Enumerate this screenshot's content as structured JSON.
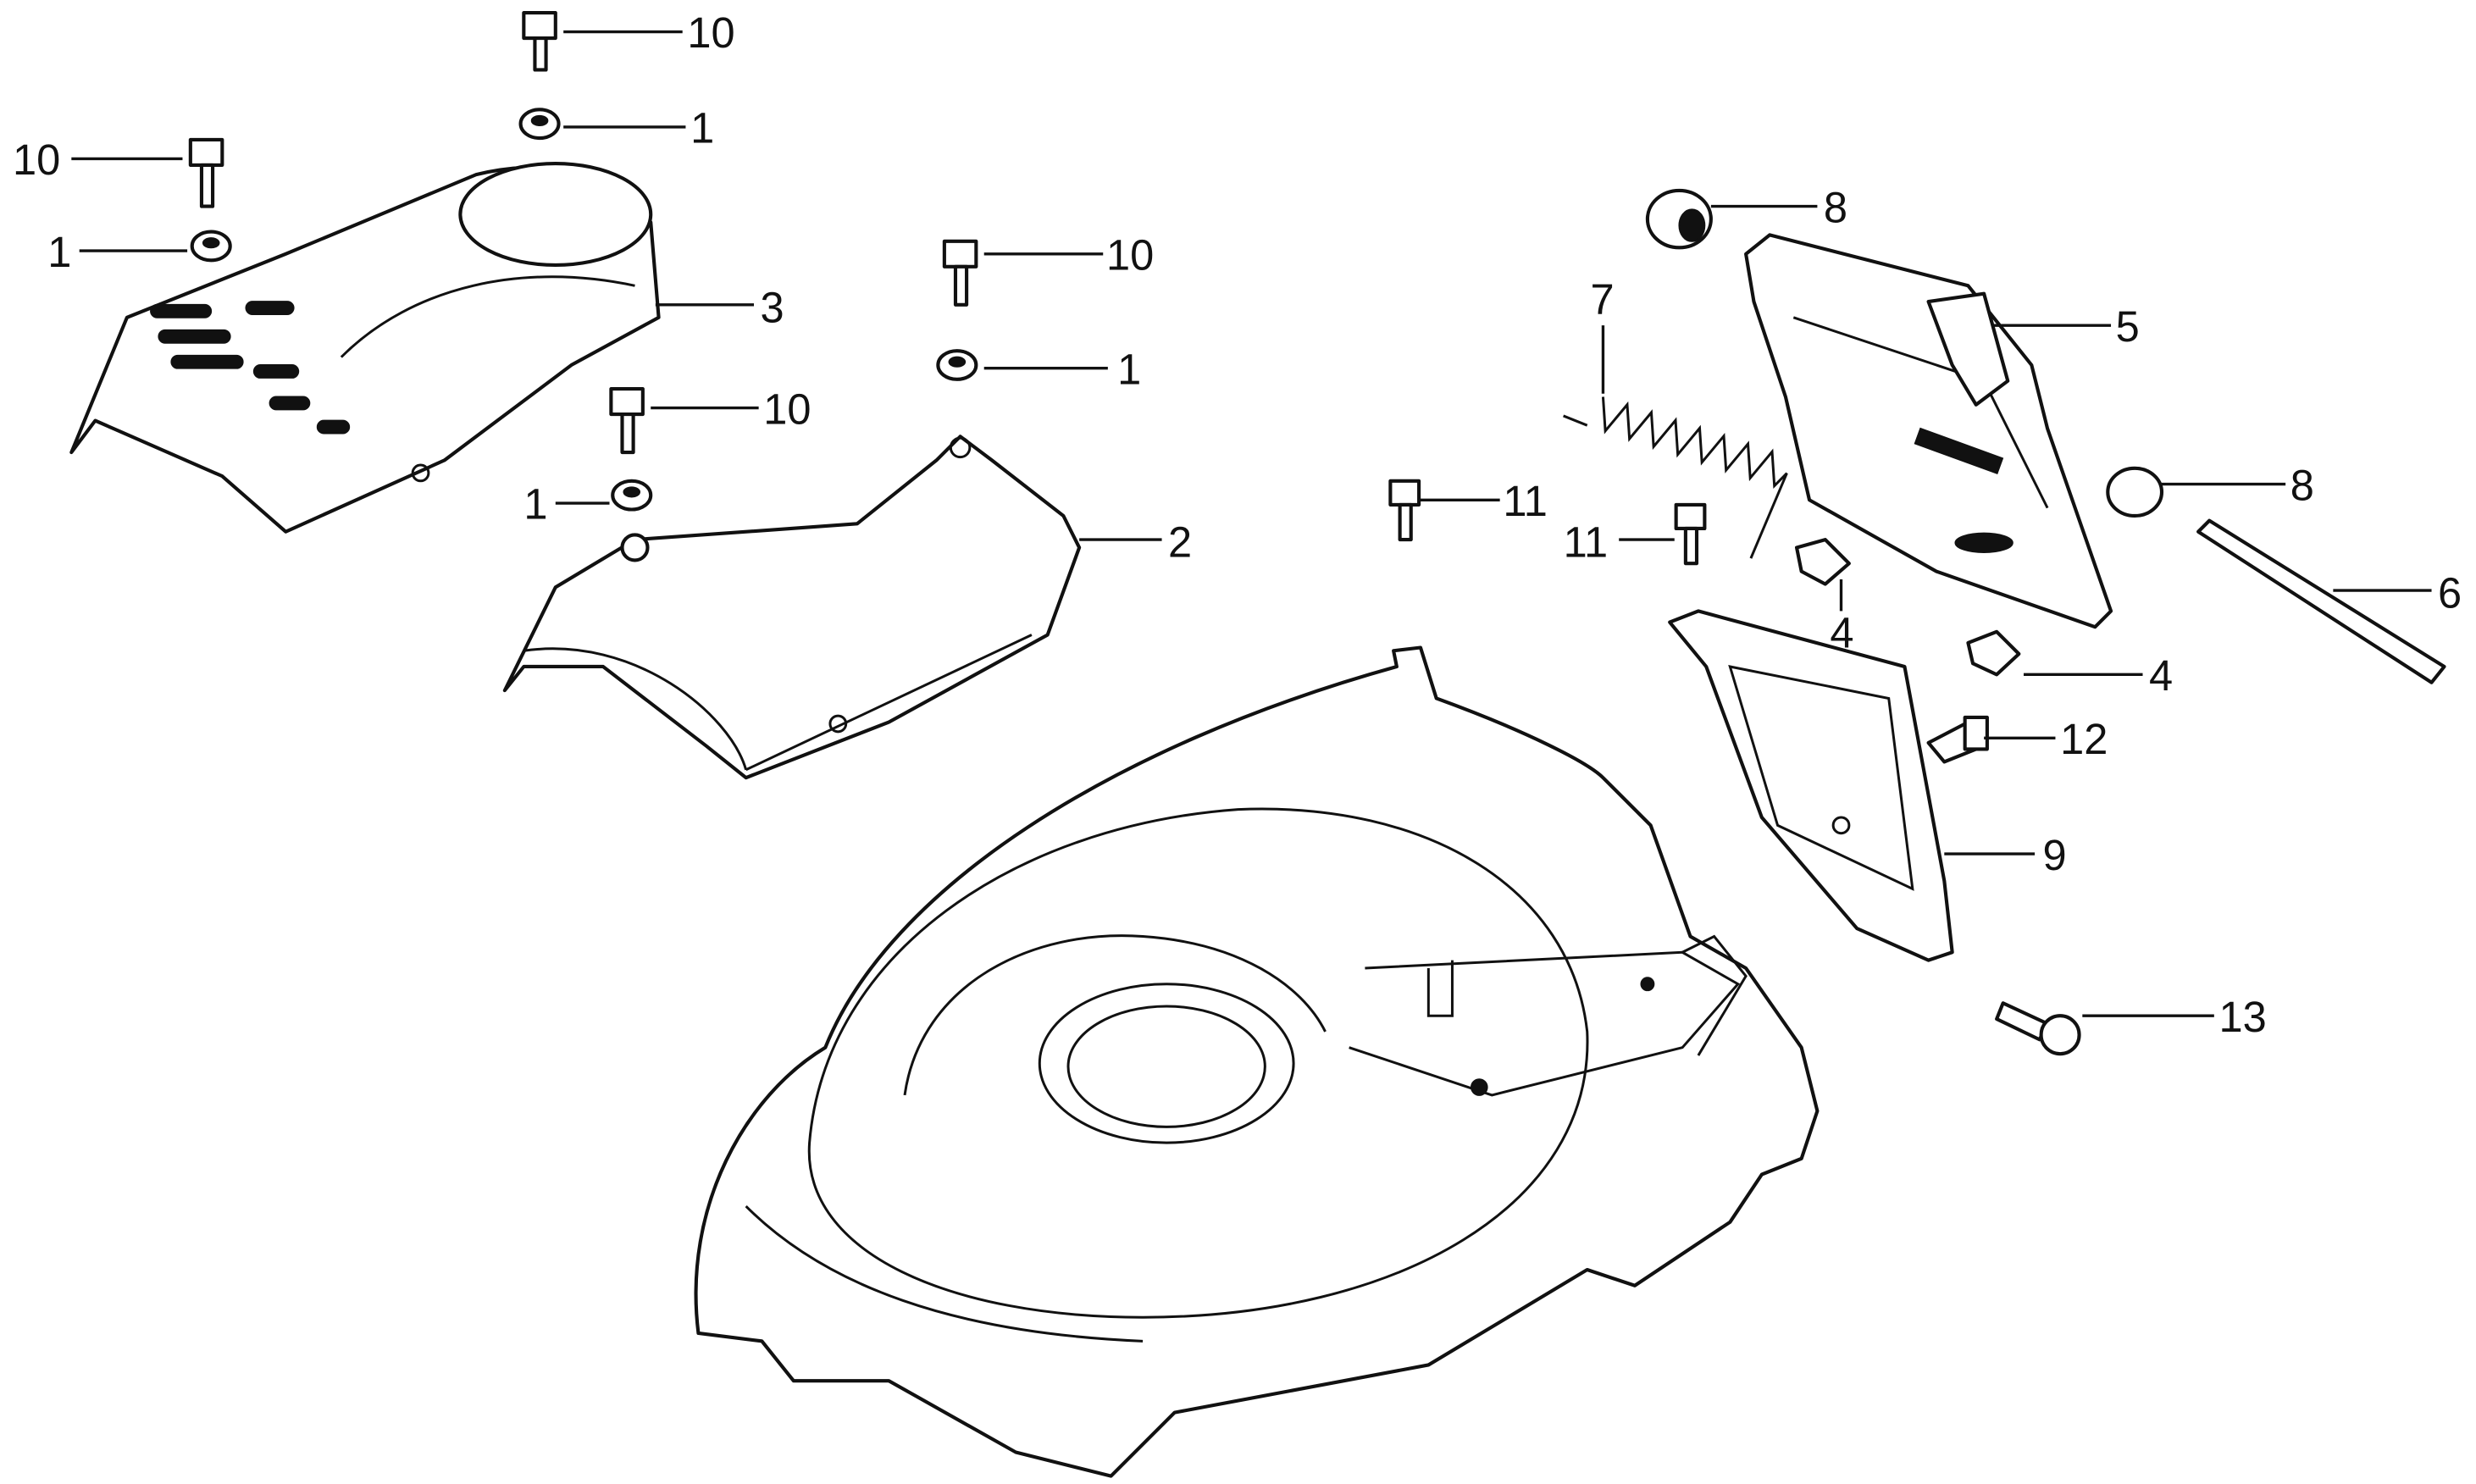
{
  "diagram": {
    "type": "exploded-parts-diagram",
    "callouts": [
      "10",
      "1",
      "10",
      "1",
      "3",
      "10",
      "1",
      "10",
      "1",
      "2",
      "8",
      "7",
      "5",
      "8",
      "6",
      "11",
      "11",
      "4",
      "4",
      "12",
      "9",
      "13"
    ]
  }
}
